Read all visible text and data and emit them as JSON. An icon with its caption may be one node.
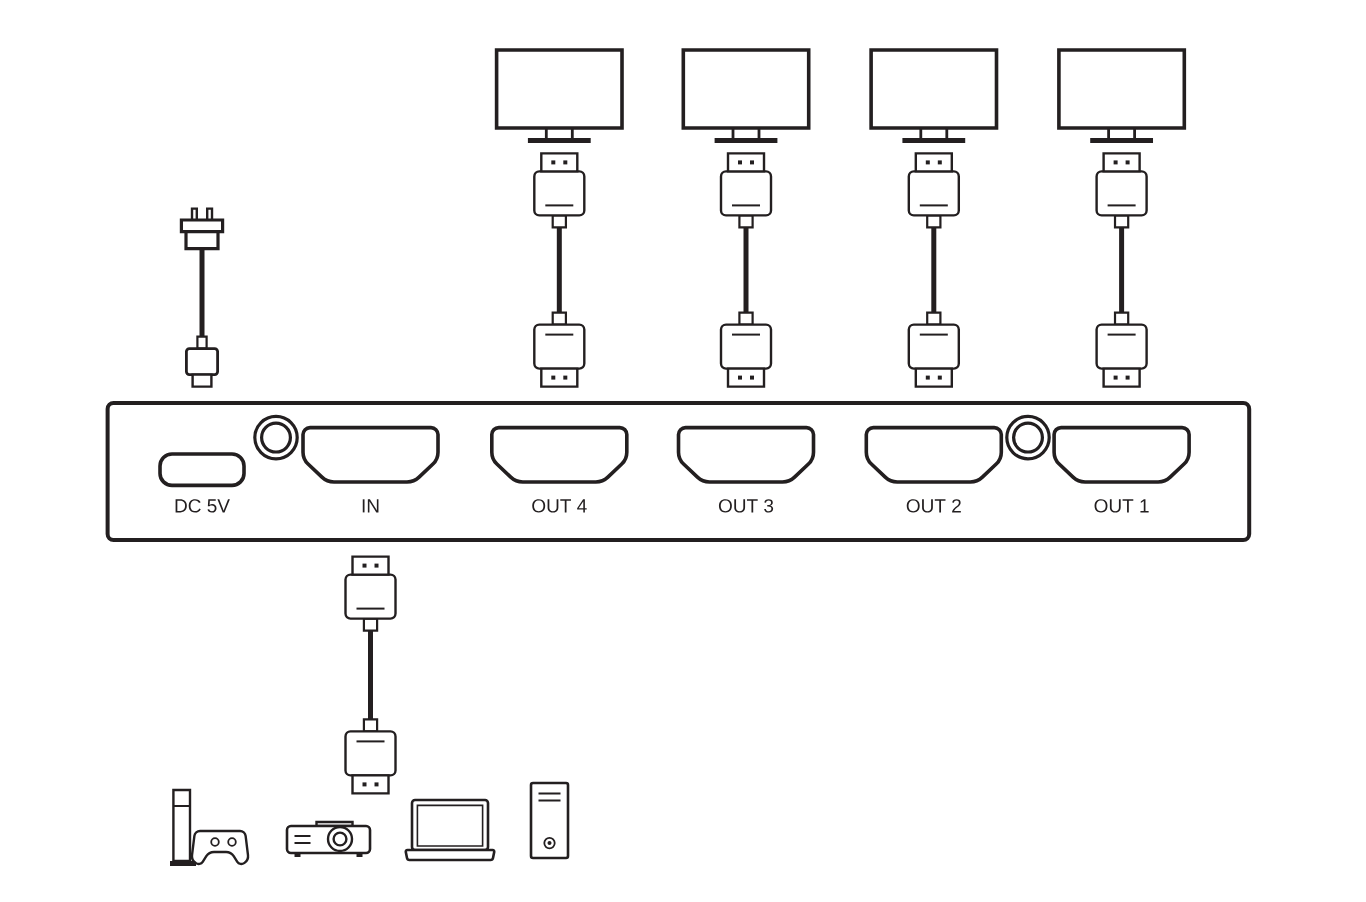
{
  "diagram": {
    "nodes": [
      {
        "text": [],
        "shape": "box"
      },
      {
        "text": [],
        "shape": "box"
      },
      {
        "text": [],
        "shape": "box"
      },
      {
        "text": [],
        "shape": "box"
      },
      {
        "text": [],
        "shape": "picture"
      },
      {
        "text": [],
        "shape": "box"
      },
      {
        "text": [
          "DC 5V"
        ],
        "in": 5
      },
      {
        "text": [
          "IN"
        ],
        "in": 5
      },
      {
        "text": [
          "OUT 4"
        ],
        "in": 5
      },
      {
        "text": [
          "OUT 3"
        ],
        "in": 5
      },
      {
        "text": [
          "OUT 2"
        ],
        "in": 5
      },
      {
        "text": [
          "OUT 1"
        ],
        "in": 5
      },
      {
        "text": [],
        "shape": "picture"
      },
      {
        "text": [],
        "shape": "picture"
      },
      {
        "text": [],
        "shape": "picture"
      },
      {
        "text": [],
        "shape": "picture"
      }
    ],
    "edges": [
      {
        "from": 4,
        "to": 5,
        "arrow": "other"
      },
      {
        "from": 5,
        "to": 0,
        "arrow": "other"
      },
      {
        "from": 5,
        "to": 1,
        "arrow": "other"
      },
      {
        "from": 5,
        "to": 2,
        "arrow": "other"
      },
      {
        "from": 5,
        "to": 3,
        "arrow": "other"
      },
      {
        "from": null,
        "to": 5,
        "arrow": "other"
      }
    ]
  }
}
